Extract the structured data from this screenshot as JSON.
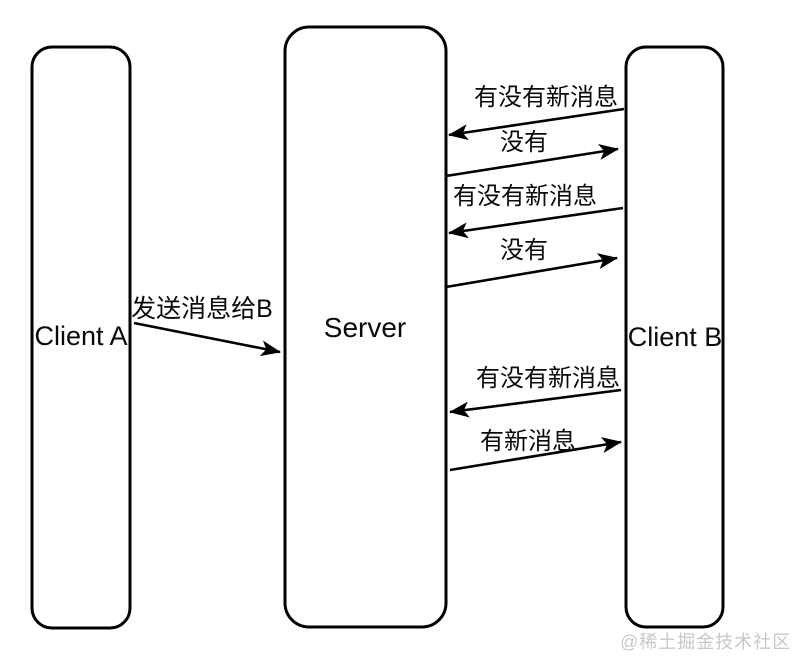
{
  "nodes": {
    "client_a": {
      "label": "Client A"
    },
    "server": {
      "label": "Server"
    },
    "client_b": {
      "label": "Client B"
    }
  },
  "messages": {
    "send_to_b": "发送消息给B",
    "poll_1": "有没有新消息",
    "reply_1": "没有",
    "poll_2": "有没有新消息",
    "reply_2": "没有",
    "poll_3": "有没有新消息",
    "reply_3": "有新消息"
  },
  "watermark": "@稀土掘金技术社区",
  "colors": {
    "line": "#000000",
    "watermark": "#c8c8c8",
    "background": "#ffffff"
  }
}
